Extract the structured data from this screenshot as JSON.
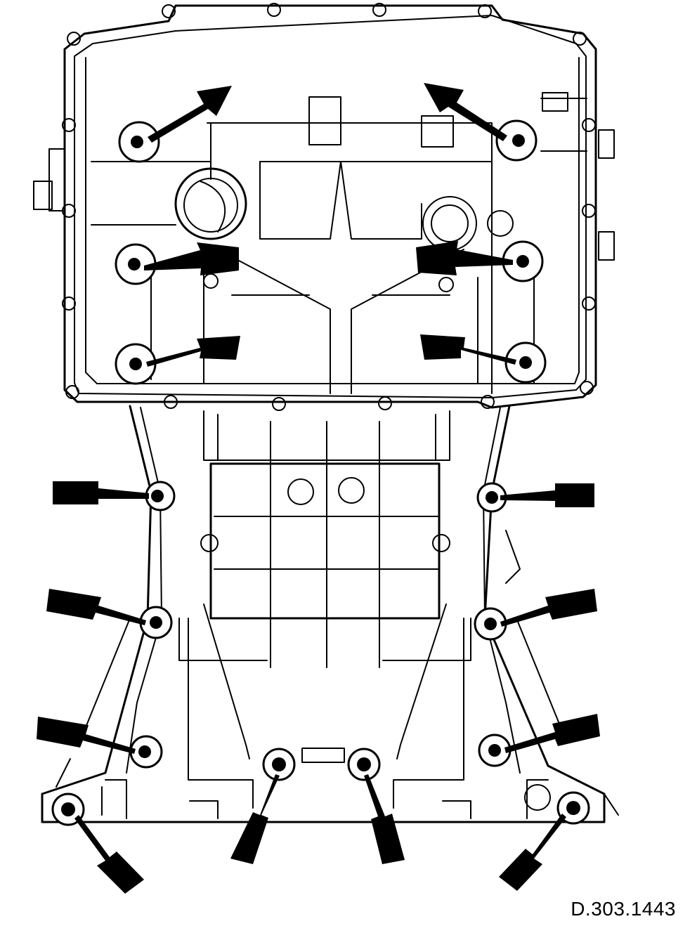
{
  "figure": {
    "reference_code": "D.303.1443",
    "colors": {
      "line": "#000000",
      "background": "#ffffff"
    },
    "callouts": [
      {
        "name": "bolt-arrow-upper-left"
      },
      {
        "name": "bolt-arrow-upper-right"
      },
      {
        "name": "bolt-arrow-middle-left"
      },
      {
        "name": "bolt-arrow-middle-right"
      },
      {
        "name": "bolt-arrow-lower-left"
      },
      {
        "name": "bolt-arrow-lower-right"
      },
      {
        "name": "bolt-arrow-frame-left-1"
      },
      {
        "name": "bolt-arrow-frame-right-1"
      },
      {
        "name": "bolt-arrow-frame-left-2"
      },
      {
        "name": "bolt-arrow-frame-right-2"
      },
      {
        "name": "bolt-arrow-frame-left-3"
      },
      {
        "name": "bolt-arrow-frame-right-3"
      },
      {
        "name": "bolt-arrow-base-left"
      },
      {
        "name": "bolt-arrow-base-center-left"
      },
      {
        "name": "bolt-arrow-base-center-right"
      },
      {
        "name": "bolt-arrow-base-right"
      }
    ]
  }
}
